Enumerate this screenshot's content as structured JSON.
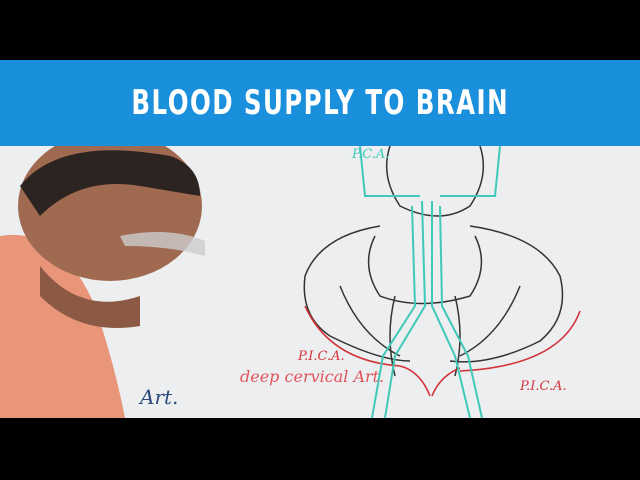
{
  "banner": {
    "title": "BLOOD SUPPLY TO BRAIN",
    "color": "#1a8fdc"
  },
  "whiteboard": {
    "labels": {
      "pca": "P.C.A.",
      "pica_left": "P.I.C.A.",
      "pica_right": "P.I.C.A.",
      "deep_cervical": "deep cervical Art.",
      "art_left": "Art."
    },
    "colors": {
      "artery_teal": "#3fc9b8",
      "red_ink": "#d2343a",
      "black_ink": "#333333"
    }
  }
}
